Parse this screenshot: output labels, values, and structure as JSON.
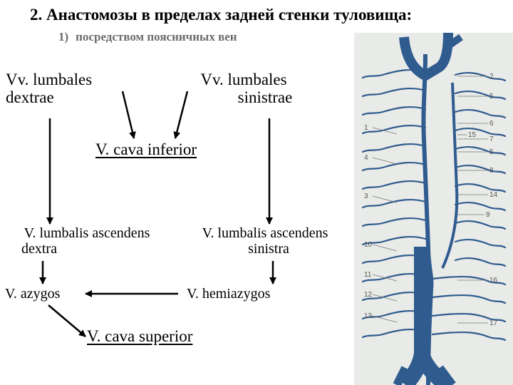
{
  "title": "2. Анастомозы в пределах задней стенки туловища:",
  "subtitle": {
    "number": "1)",
    "text": "посредством поясничных вен"
  },
  "nodes": {
    "vv_lumbales_dextrae": [
      "Vv. lumbales",
      "dextrae"
    ],
    "vv_lumbales_sinistrae": [
      "Vv. lumbales",
      "sinistrae"
    ],
    "v_cava_inferior": "V. cava inferior",
    "v_lumbalis_ascendens_dextra": [
      "V. lumbalis ascendens",
      "dextra"
    ],
    "v_lumbalis_ascendens_sinistra": [
      "V. lumbalis ascendens",
      "sinistra"
    ],
    "v_azygos": "V. azygos",
    "v_hemiazygos": "V. hemiazygos",
    "v_cava_superior": "V. cava superior"
  },
  "figure_labels": {
    "right": [
      "2",
      "5",
      "6",
      "7",
      "15",
      "5",
      "8",
      "14",
      "9",
      "16",
      "17"
    ],
    "left": [
      "1",
      "4",
      "3",
      "10",
      "11",
      "12",
      "13"
    ]
  },
  "colors": {
    "vein": "#2f5b8f",
    "vein_light": "#6f96c4",
    "figure_bg": "#e9ebe8"
  }
}
